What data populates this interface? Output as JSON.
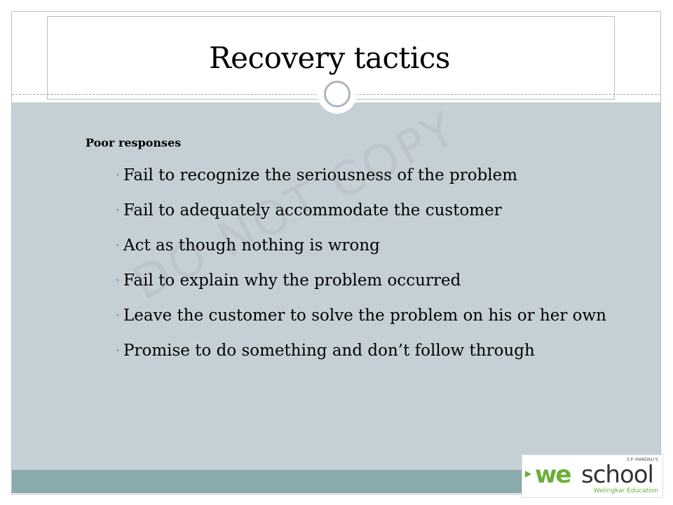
{
  "slide": {
    "title": "Recovery tactics",
    "section_heading": "Poor responses",
    "bullet_marker": "›",
    "bullets": [
      "Fail to recognize the seriousness of the problem",
      "Fail to adequately accommodate the customer",
      "Act as though nothing is wrong",
      "Fail to explain why the problem occurred",
      "Leave the customer to solve the problem on his or her own",
      "Promise to do something and don’t follow through"
    ],
    "watermark": "DO NOT COPY"
  },
  "logo": {
    "top_text": "S.P. MANDALI'S",
    "we": "we",
    "school": "school",
    "subtitle": "Welingkar Education"
  },
  "colors": {
    "content_panel": "#c5d0d6",
    "footer_band": "#89abab",
    "logo_green": "#6cae3a"
  }
}
